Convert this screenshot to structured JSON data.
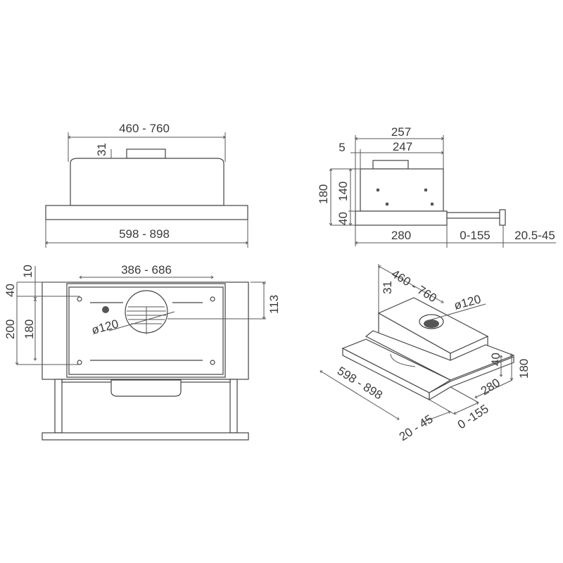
{
  "front_view": {
    "width_label": "460 - 760",
    "duct_height_label": "31",
    "panel_width_label": "598 - 898"
  },
  "side_view": {
    "depth_total_label": "257",
    "offset_label": "5",
    "depth_body_label": "247",
    "height_total_label": "180",
    "height_body_label": "140",
    "height_panel_label": "40",
    "panel_depth_label": "280",
    "extension_label": "0-155",
    "front_label": "20.5-45"
  },
  "bottom_view": {
    "width_label": "386 - 686",
    "dim_10_label": "10",
    "dim_40_label": "40",
    "dim_200_label": "200",
    "dim_180_label": "180",
    "dim_113_label": "113",
    "duct_diameter_label": "ø120"
  },
  "iso_view": {
    "width_label": "460 - 760",
    "duct_height_label": "31",
    "duct_diameter_label": "ø120",
    "panel_width_label": "598 - 898",
    "depth_label": "280",
    "panel_height_label": "40",
    "height_label": "180",
    "front_label": "20 - 45",
    "extension_label": "0 -155"
  }
}
